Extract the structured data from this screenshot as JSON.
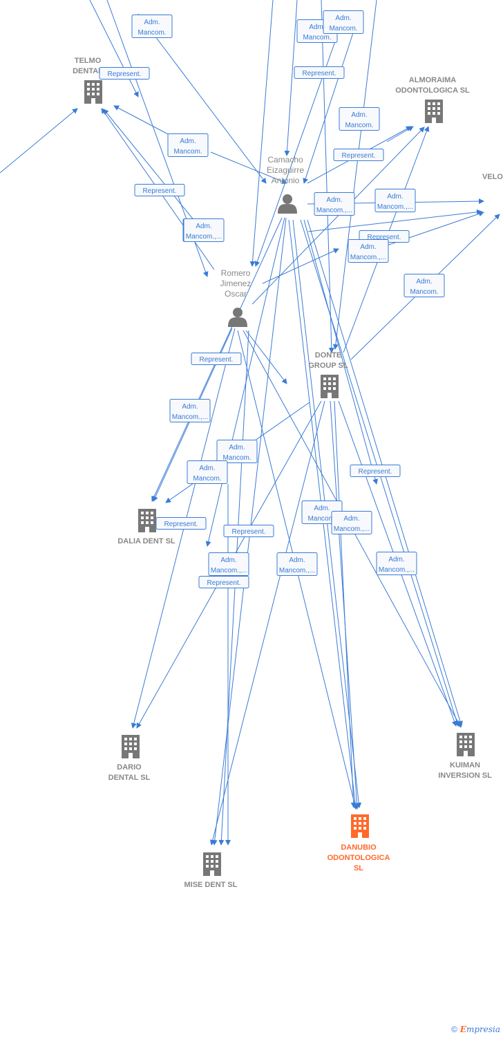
{
  "colors": {
    "edge": "#3a7bd5",
    "node": "#777777",
    "focus": "#ff6a2b",
    "label": "#888888"
  },
  "nodes": [
    {
      "id": "telmo",
      "lines": [
        "TELMO",
        "DENTAL"
      ],
      "kind": "company",
      "icon": "building-icon"
    },
    {
      "id": "almoraima",
      "lines": [
        "ALMORAIMA",
        "ODONTOLOGICA SL"
      ],
      "kind": "company",
      "icon": "building-icon"
    },
    {
      "id": "velo",
      "lines": [
        "VELO"
      ],
      "kind": "company",
      "icon": "building-icon"
    },
    {
      "id": "camacho",
      "lines": [
        "Camacho",
        "Eizaguirre",
        "Antonio"
      ],
      "kind": "person",
      "icon": "person-icon"
    },
    {
      "id": "romero",
      "lines": [
        "Romero",
        "Jimenez",
        "Oscar"
      ],
      "kind": "person",
      "icon": "person-icon"
    },
    {
      "id": "donte",
      "lines": [
        "DONTE",
        "GROUP  SL"
      ],
      "kind": "company",
      "icon": "building-icon"
    },
    {
      "id": "dalia",
      "lines": [
        "DALIA DENT SL"
      ],
      "kind": "company",
      "icon": "building-icon"
    },
    {
      "id": "dario",
      "lines": [
        "DARIO",
        "DENTAL SL"
      ],
      "kind": "company",
      "icon": "building-icon"
    },
    {
      "id": "kuiman",
      "lines": [
        "KUIMAN",
        "INVERSION SL"
      ],
      "kind": "company",
      "icon": "building-icon"
    },
    {
      "id": "danubio",
      "lines": [
        "DANUBIO",
        "ODONTOLOGICA",
        "SL"
      ],
      "kind": "company",
      "icon": "building-icon",
      "focus": true
    },
    {
      "id": "mise",
      "lines": [
        "MISE DENT SL"
      ],
      "kind": "company",
      "icon": "building-icon"
    }
  ],
  "relations": [
    {
      "lines": [
        "Adm.",
        "Mancom."
      ]
    },
    {
      "lines": [
        "Adm.",
        "Mancom.,..."
      ]
    },
    {
      "lines": [
        "Adm.",
        "Mancom."
      ]
    },
    {
      "lines": [
        "Represent."
      ]
    },
    {
      "lines": [
        "Represent."
      ]
    },
    {
      "lines": [
        "Adm.",
        "Mancom.,..."
      ]
    },
    {
      "lines": [
        "Adm.",
        "Mancom."
      ]
    },
    {
      "lines": [
        "Adm.",
        "Mancom."
      ]
    },
    {
      "lines": [
        "Represent."
      ]
    },
    {
      "lines": [
        "Adm.",
        "Mancom."
      ]
    },
    {
      "lines": [
        "Represent."
      ]
    },
    {
      "lines": [
        "Adm.",
        "Mancom.,..."
      ]
    },
    {
      "lines": [
        "Adm.",
        "Mancom.,..."
      ]
    },
    {
      "lines": [
        "Represent."
      ]
    },
    {
      "lines": [
        "Adm.",
        "Mancom.,..."
      ]
    },
    {
      "lines": [
        "Adm.",
        "Mancom."
      ]
    },
    {
      "lines": [
        "Represent."
      ]
    },
    {
      "lines": [
        "Adm.",
        "Mancom.,..."
      ]
    },
    {
      "lines": [
        "Adm.",
        "Mancom."
      ]
    },
    {
      "lines": [
        "Adm.",
        "Mancom."
      ]
    },
    {
      "lines": [
        "Represent."
      ]
    },
    {
      "lines": [
        "Adm.",
        "Mancom."
      ]
    },
    {
      "lines": [
        "Represent."
      ]
    },
    {
      "lines": [
        "Adm.",
        "Mancom.,..."
      ]
    },
    {
      "lines": [
        "Represent."
      ]
    },
    {
      "lines": [
        "Adm.",
        "Mancom.,..."
      ]
    },
    {
      "lines": [
        "Represent."
      ]
    },
    {
      "lines": [
        "Adm.",
        "Mancom.,..."
      ]
    },
    {
      "lines": [
        "Adm.",
        "Mancom.,..."
      ]
    }
  ],
  "footer": {
    "copyright": "©",
    "brand_first": "E",
    "brand_rest": "mpresia"
  }
}
